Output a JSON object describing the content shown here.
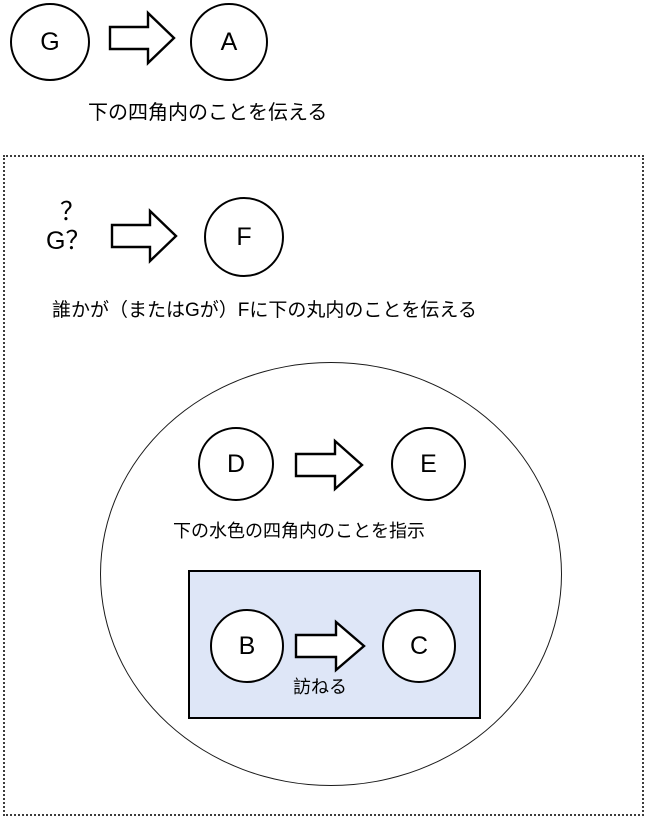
{
  "diagram": {
    "title_hidden": "",
    "colors": {
      "stroke": "#000000",
      "blue_box_fill": "#dee6f7",
      "dotted_border": "#3c3c3c",
      "ellipse_stroke": "#1a1a1a",
      "background": "#ffffff"
    },
    "top_level": {
      "node_from": "G",
      "node_to": "A",
      "arrow_icon": "block-arrow-right-icon",
      "caption": "下の四角内のことを伝える"
    },
    "outer_box": {
      "border_style": "dotted",
      "sender_line1": "？",
      "sender_line2": "G？",
      "arrow_icon": "block-arrow-right-icon",
      "node_to": "F",
      "caption": "誰かが（またはGが）Fに下の丸内のことを伝える"
    },
    "ellipse_group": {
      "node_from": "D",
      "node_to": "E",
      "arrow_icon": "block-arrow-right-icon",
      "caption": "下の水色の四角内のことを指示"
    },
    "blue_group": {
      "node_from": "B",
      "node_to": "C",
      "arrow_icon": "block-arrow-right-icon",
      "caption": "訪ねる"
    }
  }
}
